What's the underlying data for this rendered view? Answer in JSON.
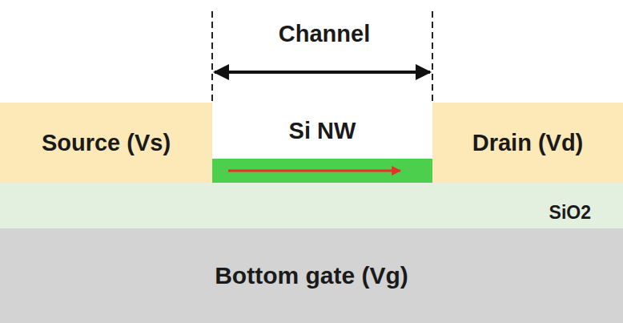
{
  "diagram": {
    "nodes": [
      {
        "text": [
          "Source (Vs)"
        ]
      },
      {
        "text": [
          "Si NW"
        ]
      },
      {
        "text": [
          "Drain (Vd)"
        ]
      },
      {
        "text": [
          "SiO2"
        ]
      },
      {
        "text": [
          "Bottom gate (Vg)"
        ]
      }
    ],
    "labels": [
      "Channel"
    ]
  }
}
